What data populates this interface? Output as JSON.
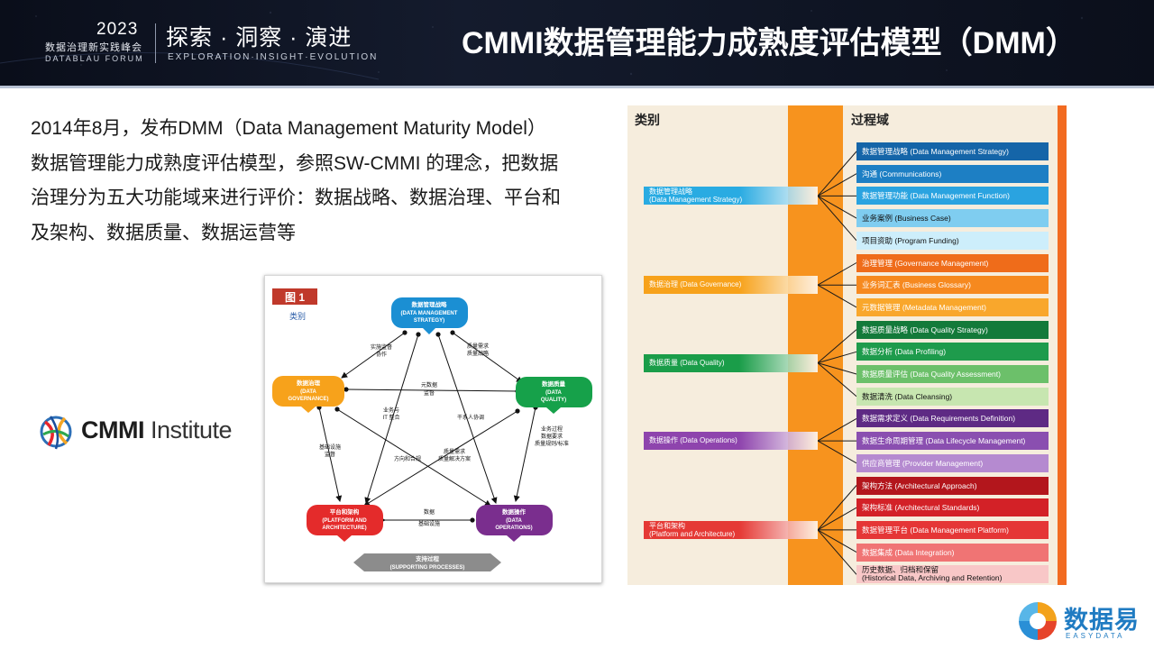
{
  "header": {
    "year": "2023",
    "forum_cn": "数据治理新实践峰会",
    "forum_en": "DATABLAU FORUM",
    "slogan": "探索 · 洞察 · 演进",
    "slogan_en": "EXPLORATION·INSIGHT·EVOLUTION",
    "title": "CMMI数据管理能力成熟度评估模型（DMM）"
  },
  "intro": {
    "lines": [
      "2014年8月，发布DMM（Data Management Maturity Model）",
      "数据管理能力成熟度评估模型，参照SW-CMMI 的理念，把数据",
      "治理分为五大功能域来进行评价：数据战略、数据治理、平台和",
      "及架构、数据质量、数据运营等"
    ]
  },
  "cmmi_logo": {
    "bold": "CMMI",
    "rest": " Institute"
  },
  "fig1": {
    "label": "图 1",
    "sublabel": "类别",
    "nodes": {
      "strategy": {
        "cn": "数据管理战略",
        "en1": "(DATA MANAGEMENT",
        "en2": "STRATEGY)",
        "color": "#1b8fd3"
      },
      "governance": {
        "cn": "数据治理",
        "en1": "(DATA",
        "en2": "GOVERNANCE)",
        "color": "#f7a21b"
      },
      "quality": {
        "cn": "数据质量",
        "en1": "(DATA",
        "en2": "QUALITY)",
        "color": "#16a14a"
      },
      "platform": {
        "cn": "平台和架构",
        "en1": "(PLATFORM AND",
        "en2": "ARCHITECTURE)",
        "color": "#e42b2b"
      },
      "operations": {
        "cn": "数据操作",
        "en1": "(DATA",
        "en2": "OPERATIONS)",
        "color": "#7a2e8e"
      }
    },
    "edge_labels": {
      "a": "实施监督",
      "a2": "协作",
      "b": "质量需求",
      "b2": "质量战略",
      "c": "元数据",
      "c2": "监督",
      "d": "业务与",
      "d2": "IT 整合",
      "e": "干系人协调",
      "f": "业务过程",
      "f2": "数据要求",
      "f3": "质量规则/标准",
      "g": "基础设施",
      "g2": "监督",
      "h": "方向和合规",
      "i": "质量需求",
      "i2": "质量解决方案",
      "j": "数据",
      "j2": "基础设施"
    },
    "support": {
      "cn": "支持过程",
      "en": "(SUPPORTING PROCESSES)"
    }
  },
  "dmm": {
    "header_category": "类别",
    "header_process": "过程域",
    "categories": [
      {
        "line1": "数据管理战略",
        "line2": "(Data Management Strategy)",
        "color": "#29abe2"
      },
      {
        "line1": "数据治理 (Data Governance)",
        "line2": "",
        "color": "#f7a21b"
      },
      {
        "line1": "数据质量 (Data Quality)",
        "line2": "",
        "color": "#1a9d49"
      },
      {
        "line1": "数据操作 (Data Operations)",
        "line2": "",
        "color": "#8e44ad"
      },
      {
        "line1": "平台和架构",
        "line2": "(Platform and Architecture)",
        "color": "#e53935"
      }
    ],
    "process_areas": [
      {
        "text": "数据管理战略 (Data Management Strategy)",
        "color": "#1565a8",
        "fg": "#ffffff"
      },
      {
        "text": "沟通 (Communications)",
        "color": "#1d7fc4",
        "fg": "#ffffff"
      },
      {
        "text": "数据管理功能 (Data Management Function)",
        "color": "#2aa3e0",
        "fg": "#ffffff"
      },
      {
        "text": "业务案例 (Business Case)",
        "color": "#7fcdf0",
        "fg": "#111111"
      },
      {
        "text": "项目资助 (Program Funding)",
        "color": "#cdeefb",
        "fg": "#111111"
      },
      {
        "text": "治理管理 (Governance Management)",
        "color": "#ef6c1a",
        "fg": "#ffffff"
      },
      {
        "text": "业务词汇表 (Business Glossary)",
        "color": "#f6891f",
        "fg": "#ffffff"
      },
      {
        "text": "元数据管理 (Metadata Management)",
        "color": "#f9a72c",
        "fg": "#ffffff"
      },
      {
        "text": "数据质量战略 (Data Quality Strategy)",
        "color": "#137a3a",
        "fg": "#ffffff"
      },
      {
        "text": "数据分析 (Data Profiling)",
        "color": "#1e9b4c",
        "fg": "#ffffff"
      },
      {
        "text": "数据质量评估 (Data Quality Assessment)",
        "color": "#6cc06a",
        "fg": "#ffffff"
      },
      {
        "text": "数据清洗 (Data Cleansing)",
        "color": "#c7e6b0",
        "fg": "#111111"
      },
      {
        "text": "数据需求定义 (Data Requirements Definition)",
        "color": "#5e2a84",
        "fg": "#ffffff"
      },
      {
        "text": "数据生命周期管理 (Data Lifecycle Management)",
        "color": "#8a4fb0",
        "fg": "#ffffff"
      },
      {
        "text": "供应商管理 (Provider Management)",
        "color": "#b58ad0",
        "fg": "#ffffff"
      },
      {
        "text": "架构方法 (Architectural Approach)",
        "color": "#b3161c",
        "fg": "#ffffff"
      },
      {
        "text": "架构标准 (Architectural Standards)",
        "color": "#d32127",
        "fg": "#ffffff"
      },
      {
        "text": "数据管理平台 (Data Management Platform)",
        "color": "#e53636",
        "fg": "#ffffff"
      },
      {
        "text": "数据集成 (Data Integration)",
        "color": "#f07474",
        "fg": "#ffffff"
      },
      {
        "text": "历史数据、归档和保留",
        "text2": "(Historical Data, Archiving and Retention)",
        "color": "#f8c7c7",
        "fg": "#111111"
      }
    ],
    "groups": [
      [
        0,
        1,
        2,
        3,
        4
      ],
      [
        5,
        6,
        7
      ],
      [
        8,
        9,
        10,
        11
      ],
      [
        12,
        13,
        14
      ],
      [
        15,
        16,
        17,
        18,
        19
      ]
    ]
  },
  "easydata": {
    "cn": "数据易",
    "en": "EASYDATA"
  }
}
